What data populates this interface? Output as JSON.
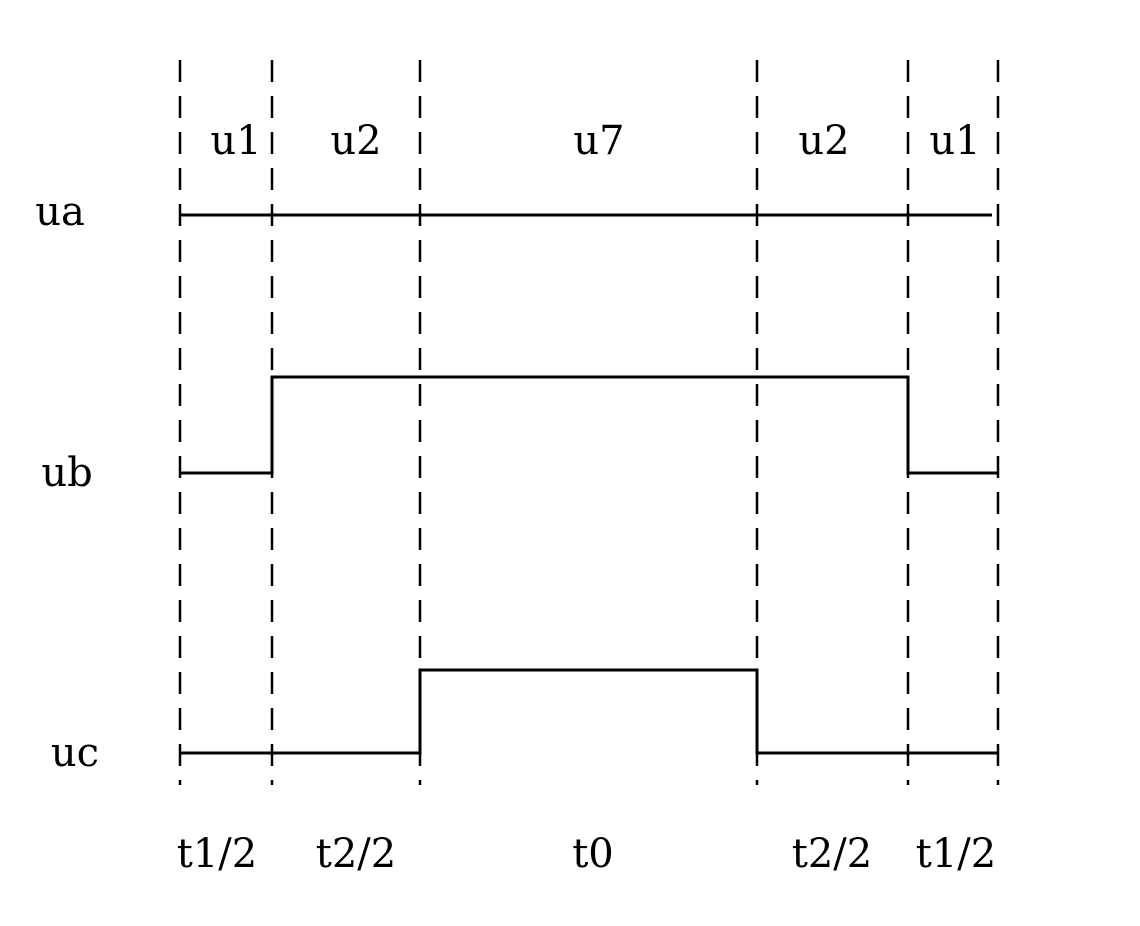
{
  "diagram": {
    "segment_labels": [
      "u1",
      "u2",
      "u7",
      "u2",
      "u1"
    ],
    "time_labels": [
      "t1/2",
      "t2/2",
      "t0",
      "t2/2",
      "t1/2"
    ],
    "signals": [
      {
        "name": "ua",
        "levels": [
          1,
          1,
          1,
          1,
          1
        ]
      },
      {
        "name": "ub",
        "levels": [
          0,
          1,
          1,
          1,
          0
        ]
      },
      {
        "name": "uc",
        "levels": [
          0,
          0,
          1,
          0,
          0
        ]
      }
    ]
  }
}
